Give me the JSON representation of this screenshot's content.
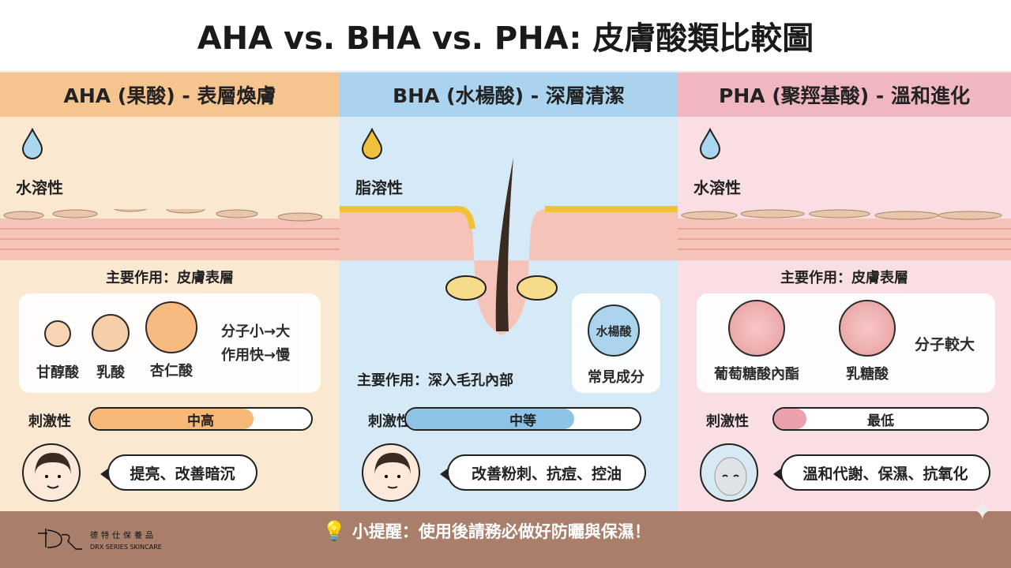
{
  "title": "AHA vs. BHA vs. PHA: 皮膚酸類比較圖",
  "columns": [
    {
      "header": "AHA (果酸) - 表層煥膚",
      "solubility": "水溶性",
      "main_effect": "主要作用：皮膚表層",
      "molecules": [
        "甘醇酸",
        "乳酸",
        "杏仁酸"
      ],
      "note1": "分子小→大",
      "note2": "作用快→慢",
      "irritation_label": "刺激性",
      "irritation_text": "中高",
      "irritation_level": 0.74,
      "benefit": "提亮、改善暗沉",
      "bg": "#fbe8d0",
      "header_bg": "#f6c48e",
      "accent": "#f5b877"
    },
    {
      "header": "BHA (水楊酸) - 深層清潔",
      "solubility": "脂溶性",
      "main_effect": "主要作用：深入毛孔內部",
      "ingredient": "水楊酸",
      "ingredient_caption": "常見成分",
      "irritation_label": "刺激性",
      "irritation_text": "中等",
      "irritation_level": 0.72,
      "benefit": "改善粉刺、抗痘、控油",
      "bg": "#d5e9f6",
      "header_bg": "#a9d3ee",
      "accent": "#8ec3e6"
    },
    {
      "header": "PHA (聚羥基酸) - 溫和進化",
      "solubility": "水溶性",
      "main_effect": "主要作用：皮膚表層",
      "molecules": [
        "葡萄糖酸內酯",
        "乳糖酸"
      ],
      "note": "分子較大",
      "irritation_label": "刺激性",
      "irritation_text": "最低",
      "irritation_level": 0.15,
      "benefit": "溫和代謝、保濕、抗氧化",
      "bg": "#f9dfe3",
      "header_bg": "#f0b7c0",
      "accent": "#ec9fac"
    }
  ],
  "footer": {
    "tip": "小提醒：使用後請務必做好防曬與保濕！",
    "brand_cn": "德特仕保養品",
    "brand_en": "DRX SERIES SKINCARE"
  }
}
